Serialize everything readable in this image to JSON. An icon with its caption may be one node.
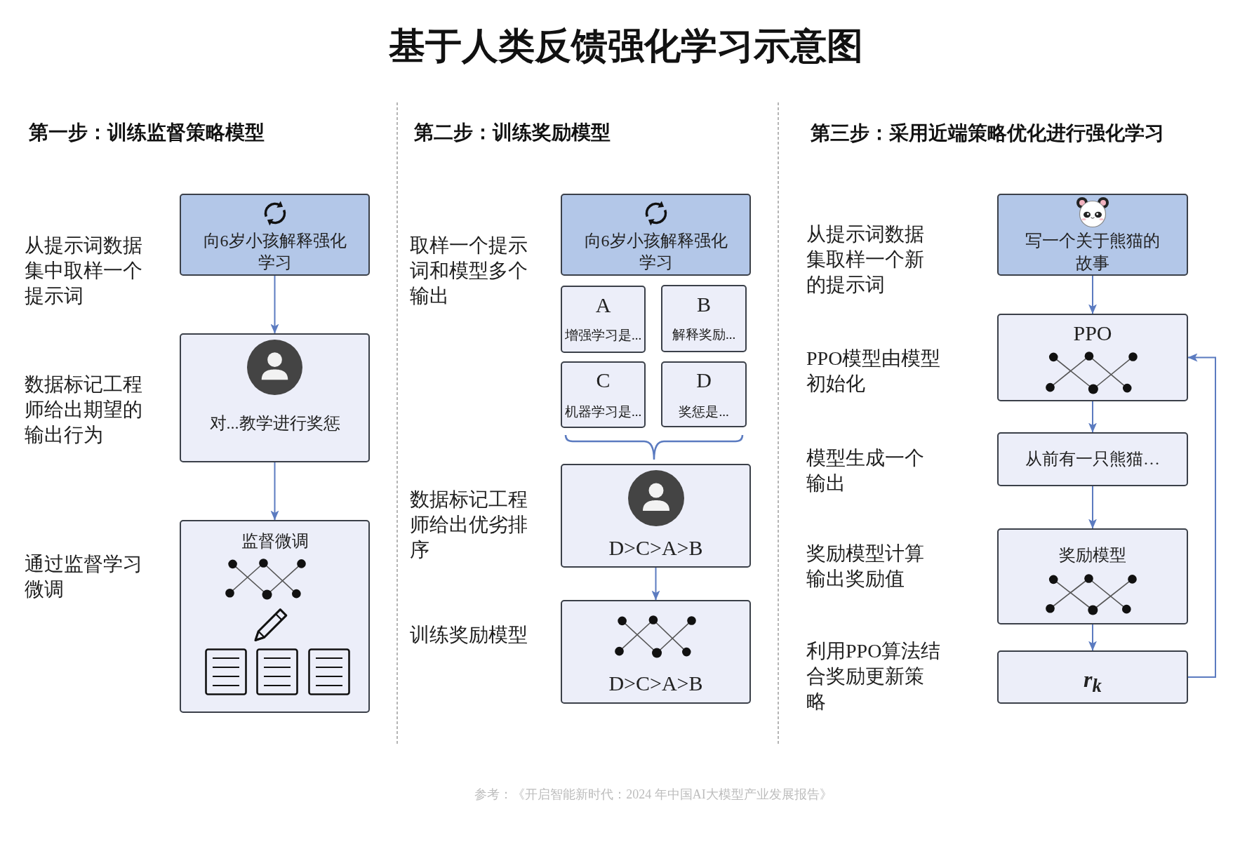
{
  "diagram": {
    "title": "基于人类反馈强化学习示意图",
    "caption": "参考：《开启智能新时代：2024 年中国AI大模型产业发展报告》",
    "nodes": [
      {
        "text": [
          "向6岁小孩解释强化学习"
        ]
      },
      {
        "text": [
          "对...教学进行奖惩"
        ]
      },
      {
        "text": [
          "监督微调"
        ]
      },
      {
        "text": [
          "向6岁小孩解释强化学习"
        ]
      },
      {
        "text": [
          "A",
          "增强学习是..."
        ]
      },
      {
        "text": [
          "B",
          "解释奖励..."
        ]
      },
      {
        "text": [
          "C",
          "机器学习是..."
        ]
      },
      {
        "text": [
          "D",
          "奖惩是..."
        ]
      },
      {
        "text": [
          "D>C>A>B"
        ]
      },
      {
        "text": [
          "D>C>A>B"
        ]
      },
      {
        "text": [
          "写一个关于熊猫的故事"
        ]
      },
      {
        "text": [
          "PPO"
        ]
      },
      {
        "text": [
          "从前有一只熊猫…"
        ]
      },
      {
        "text": [
          "奖励模型"
        ]
      },
      {
        "text": [
          "r$_{k}$"
        ]
      }
    ],
    "edges": [
      {
        "from": 0,
        "to": 1,
        "arrow": "to"
      },
      {
        "from": 1,
        "to": 2,
        "arrow": "to"
      },
      {
        "from": 8,
        "to": 9,
        "arrow": "to"
      },
      {
        "from": 10,
        "to": 11,
        "arrow": "to"
      },
      {
        "from": 11,
        "to": 12,
        "arrow": "to"
      },
      {
        "from": 12,
        "to": 13,
        "arrow": "to"
      },
      {
        "from": 13,
        "to": 14,
        "arrow": "to"
      },
      {
        "from": 14,
        "to": 11,
        "arrow": "to"
      }
    ],
    "labels": [
      "第一步：训练监督策略模型",
      "从提示词数据集中取样一个提示词",
      "数据标记工程师给出期望的输出行为",
      "通过监督学习微调",
      "第二步：训练奖励模型",
      "取样一个提示词和模型多个输出",
      "数据标记工程师给出优劣排序",
      "训练奖励模型",
      "第三步：采用近端策略优化进行强化学习",
      "从提示词数据集取样一个新的提示词",
      "PPO模型由模型初始化",
      "模型生成一个输出",
      "奖励模型计算输出奖励值",
      "利用PPO算法结合奖励更新策略"
    ]
  }
}
